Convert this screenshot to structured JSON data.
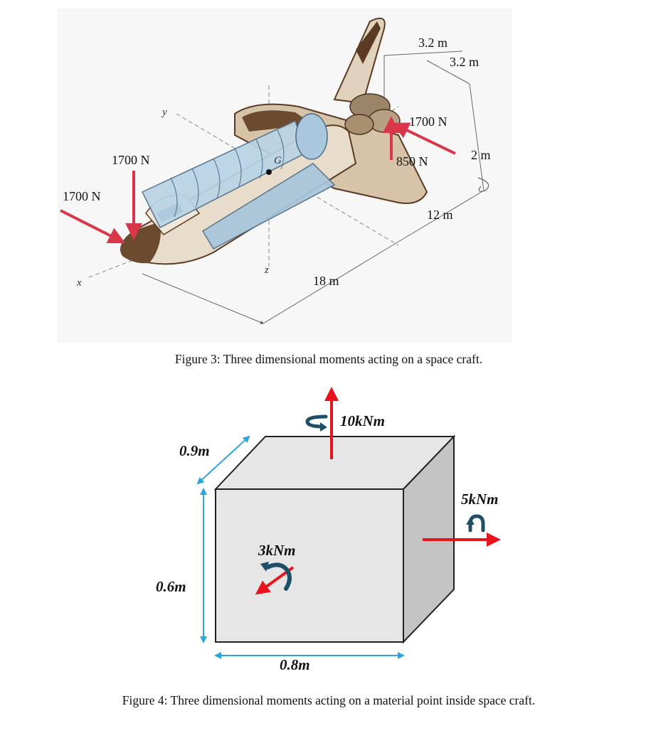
{
  "figure3": {
    "caption": "Figure 3: Three dimensional moments acting on a space craft.",
    "labels": {
      "force_nose_left": "1700 N",
      "force_nose_top": "1700 N",
      "force_engine": "1700 N",
      "force_engine_up": "850 N",
      "dim_a": "3.2 m",
      "dim_b": "3.2 m",
      "dim_c": "2 m",
      "dim_d": "12 m",
      "dim_e": "18 m",
      "axis_x": "x",
      "axis_y": "y",
      "axis_z": "z",
      "center": "G"
    }
  },
  "figure4": {
    "caption": "Figure 4: Three dimensional moments acting on a material point inside space craft.",
    "labels": {
      "moment_top": "10kNm",
      "moment_side": "5kNm",
      "moment_front": "3kNm",
      "dim_depth": "0.9m",
      "dim_height": "0.6m",
      "dim_width": "0.8m"
    }
  },
  "colors": {
    "force_arrow": "#d9364a",
    "moment_arrow": "#e8141b",
    "dimension_line": "#2aa6dd",
    "curl_arrow": "#1f4e68",
    "box_front": "#e6e6e6",
    "box_side": "#c4c4c4"
  }
}
